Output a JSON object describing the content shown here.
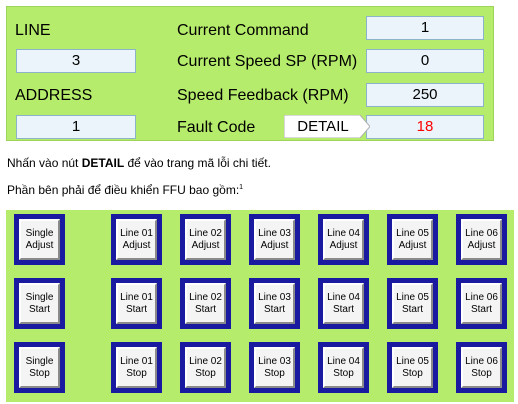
{
  "status": {
    "line_label": "LINE",
    "line_value": "3",
    "address_label": "ADDRESS",
    "address_value": "1",
    "current_command_label": "Current Command",
    "current_command_value": "1",
    "current_speed_label": "Current Speed SP (RPM)",
    "current_speed_value": "0",
    "speed_feedback_label": "Speed Feedback (RPM)",
    "speed_feedback_value": "250",
    "fault_code_label": "Fault Code",
    "fault_code_value": "18",
    "detail_button_label": "DETAIL",
    "fault_color": "#ff0000"
  },
  "notes": {
    "line1_prefix": "Nhấn vào nút ",
    "line1_bold": "DETAIL",
    "line1_suffix": " để vào trang mã lỗi chi tiết.",
    "line2": "Phần bên phải để điều khiển FFU bao gồm:",
    "line2_footnote": "1"
  },
  "controls": {
    "columns": [
      "Single",
      "Line 01",
      "Line 02",
      "Line 03",
      "Line 04",
      "Line 05",
      "Line 06"
    ],
    "actions": [
      "Adjust",
      "Start",
      "Stop"
    ]
  },
  "colors": {
    "panel_green": "#b5ec6b",
    "button_border": "#1a1aa0",
    "field_bg": "#eaf4fa"
  }
}
